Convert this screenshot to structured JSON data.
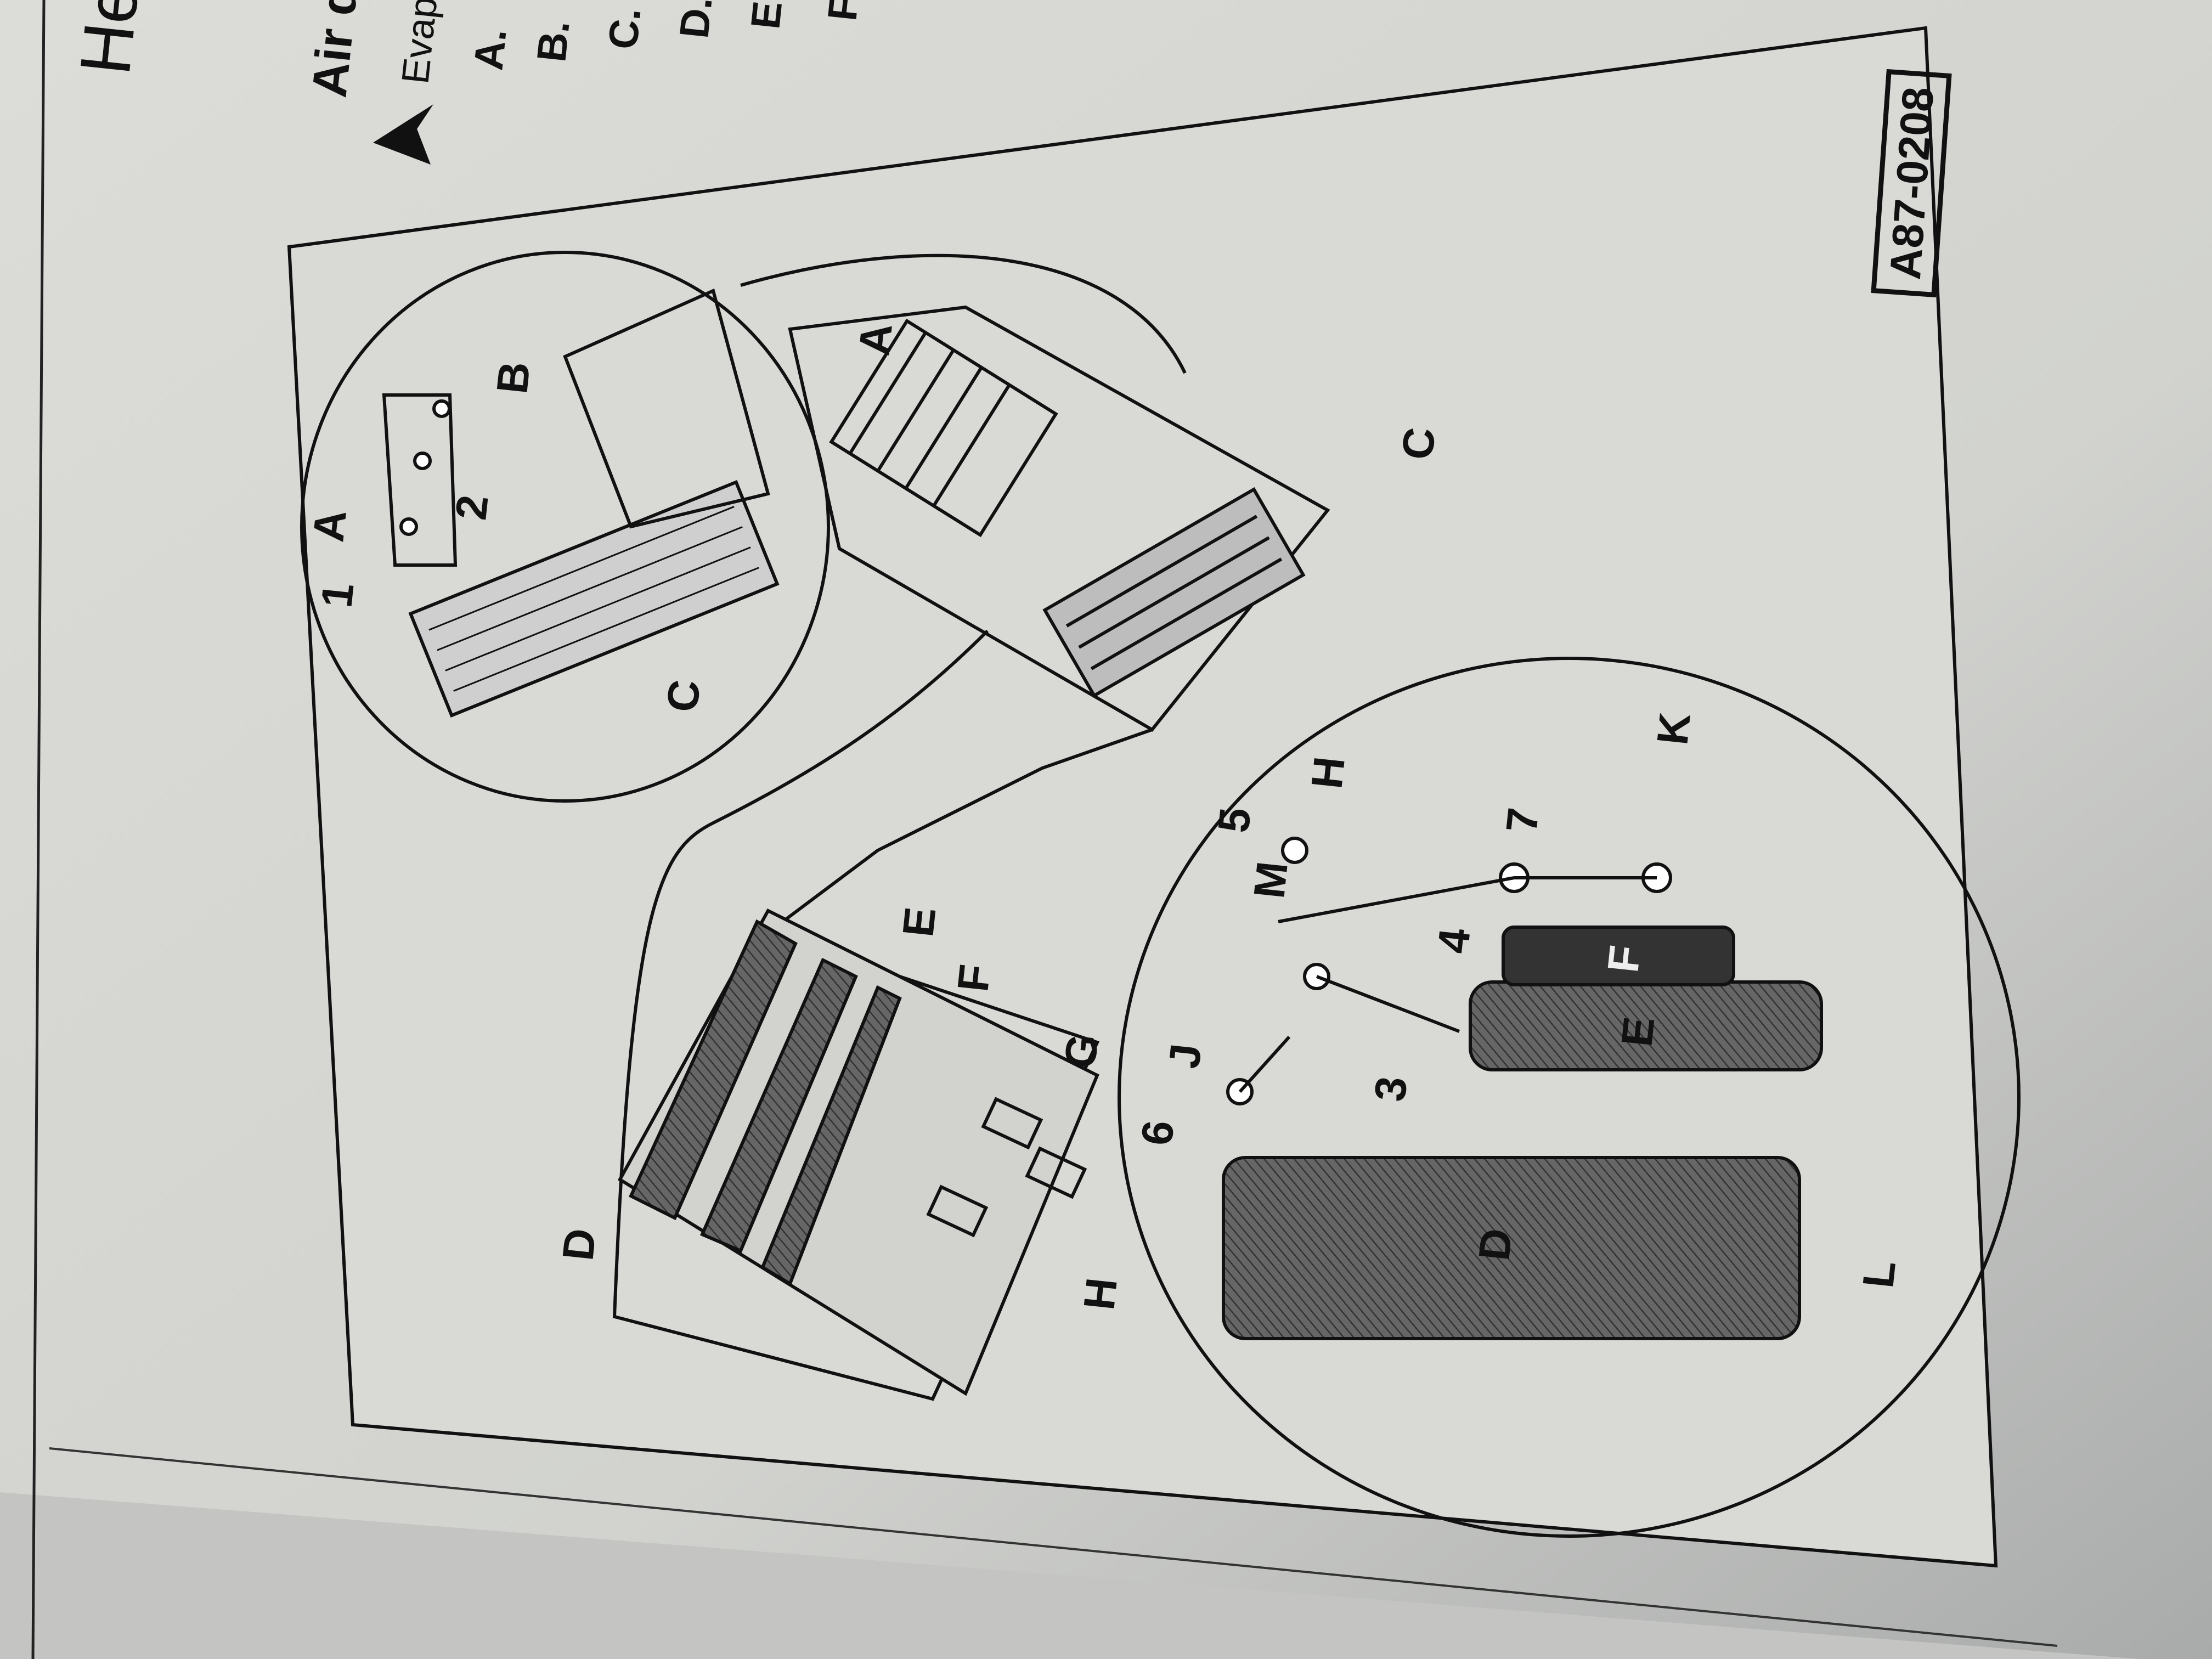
{
  "header": {
    "title_fragment": "He",
    "section_fragment": "Air d",
    "subtitle_fragment": "Evap",
    "legend_items": [
      "A.",
      "B.",
      "C.",
      "D.",
      "E",
      "F"
    ]
  },
  "figure": {
    "id": "A87-0208",
    "top_detail_labels": [
      "A",
      "1",
      "2",
      "B",
      "C"
    ],
    "filter_housing_labels": [
      "A",
      "C"
    ],
    "heater_box_labels": [
      "E",
      "F",
      "G",
      "D",
      "H"
    ],
    "lower_detail_labels": [
      "H",
      "5",
      "M",
      "7",
      "K",
      "4",
      "F",
      "E",
      "J",
      "3",
      "6",
      "D",
      "L"
    ]
  },
  "colors": {
    "paper": "#d8d9d5",
    "ink": "#111111",
    "core_fill": "#5a5a5a"
  }
}
